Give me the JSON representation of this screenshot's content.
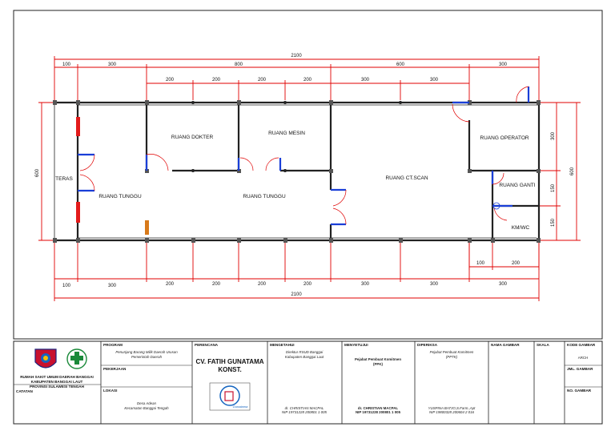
{
  "dimensions": {
    "total": "2100",
    "top_row1": [
      "100",
      "300",
      "800",
      "600",
      "300"
    ],
    "top_row2": [
      "200",
      "200",
      "200",
      "200",
      "300",
      "300"
    ],
    "bottom_row1": [
      "100",
      "300",
      "200",
      "200",
      "200",
      "200",
      "300",
      "300",
      "300"
    ],
    "bottom_right": [
      "100",
      "200"
    ],
    "left_height": "600",
    "right_heights": [
      "300",
      "150",
      "150"
    ],
    "right_total": "600"
  },
  "rooms": {
    "teras": "TERAS",
    "ruang_tunggu_1": "RUANG TUNGGU",
    "ruang_tunggu_2": "RUANG TUNGGU",
    "ruang_dokter": "RUANG DOKTER",
    "ruang_mesin": "RUANG MESIN",
    "ruang_ct": "RUANG CT.SCAN",
    "ruang_operator": "RUANG OPERATOR",
    "ruang_ganti": "RUANG GANTI",
    "kmwc": "KM/WC"
  },
  "titleblock": {
    "owner_lines": [
      "RUMAH SAKIT UMUM DAERAH BANGGAI",
      "KABUPATEN BANGGAI LAUT",
      "PROVINSI SULAWESI TENGAH"
    ],
    "catatan_label": "CATATAN",
    "program_label": "PROGRAM",
    "program_text": [
      "Penunjang Barang Milik Daerah Urusan",
      "Pemerintah Daerah"
    ],
    "pekerjaan_label": "PEKERJAAN",
    "lokasi_label": "LOKASI",
    "lokasi_text": [
      "Desa Adean",
      "Kecamatan Banggai Tengah"
    ],
    "perencana_label": "PERENCANA",
    "perencana_name": [
      "CV. FATIH GUNATAMA",
      "KONST."
    ],
    "logo_text": "Gunatama",
    "mengetahui_label": "MENGETAHUI",
    "mengetahui_role": [
      "Direktur RSUD Banggai",
      "Kabupaten Banggai Laut"
    ],
    "mengetahui_name": "dr. CHRISTIAN MACPAL",
    "mengetahui_nip": "NIP 19731228 200801 1 005",
    "menyetujui_label": "MENYETUJUI",
    "menyetujui_role": [
      "Pejabat Pembuat Komitmen",
      "(PPK)"
    ],
    "menyetujui_name": "dr. CHRISTIAN MACPAL",
    "menyetujui_nip": "NIP 19731228 200801 1 005",
    "diperiksa_label": "DIPERIKSA",
    "diperiksa_role": [
      "Pejabat Pembuat Komitmen",
      "(PPTK)"
    ],
    "diperiksa_name": "YUSPINA BATJO,S.Farm.,Apt",
    "diperiksa_nip": "NIP 19800328 200604 2 016",
    "nama_gambar_label": "NAMA GAMBAR",
    "skala_label": "SKALA",
    "kode_gambar_label": "KODE GAMBAR",
    "kode_gambar_value": "ARCH",
    "jml_gambar_label": "JML. GAMBAR",
    "no_gambar_label": "NO. GAMBAR"
  }
}
